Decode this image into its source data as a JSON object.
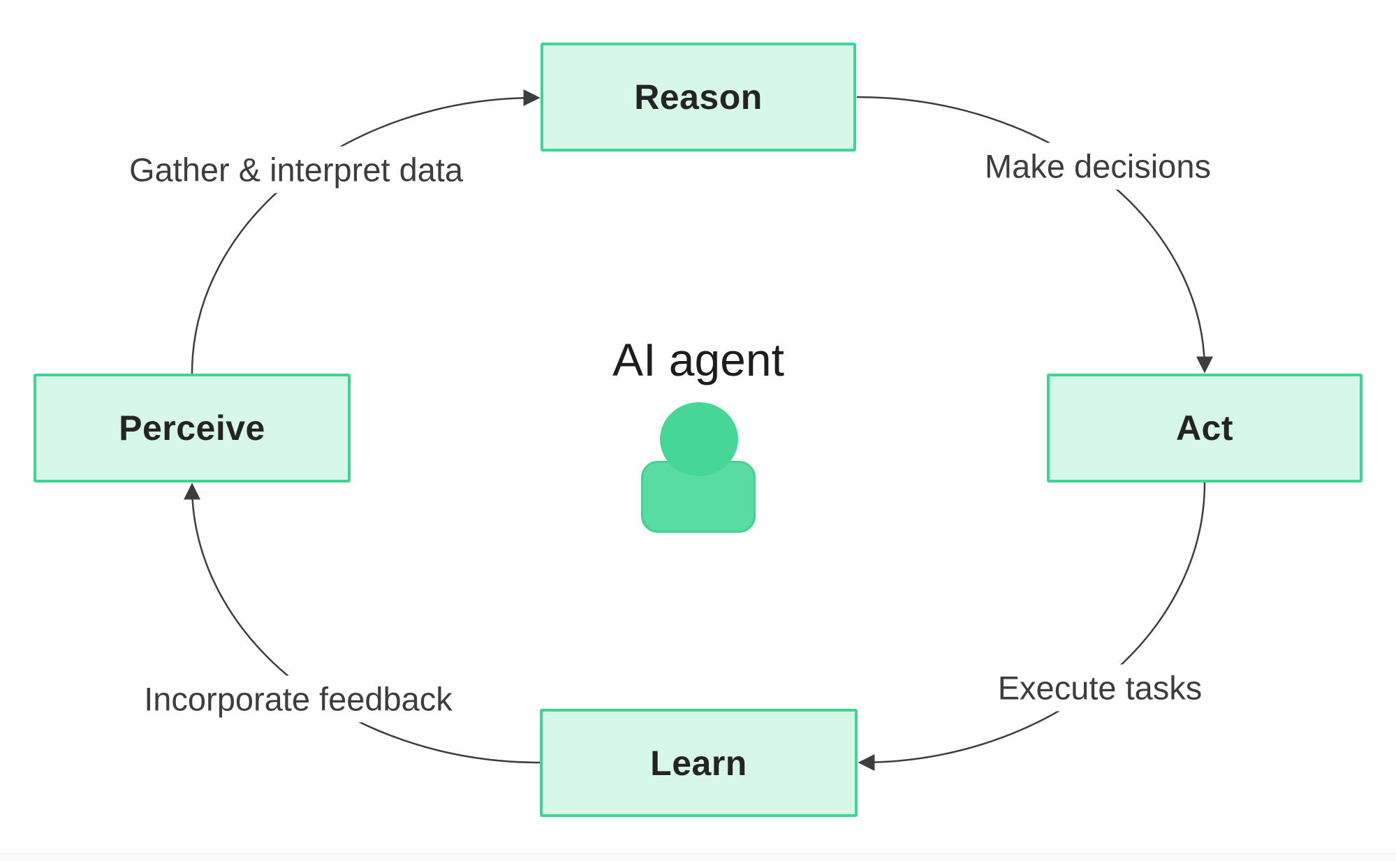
{
  "title": {
    "center_label": "AI agent"
  },
  "nodes": {
    "reason": {
      "label": "Reason"
    },
    "act": {
      "label": "Act"
    },
    "learn": {
      "label": "Learn"
    },
    "perceive": {
      "label": "Perceive"
    }
  },
  "edges": {
    "perceive_to_reason": {
      "label": "Gather & interpret data"
    },
    "reason_to_act": {
      "label": "Make decisions"
    },
    "act_to_learn": {
      "label": "Execute tasks"
    },
    "learn_to_perceive": {
      "label": "Incorporate feedback"
    }
  },
  "icons": {
    "center": "person-icon"
  },
  "colors": {
    "box_fill": "#d7f7e8",
    "box_border": "#3ed492",
    "line": "#3d3d3d",
    "person_head": "#46d695",
    "person_body": "#58dca2",
    "label_text": "#3d3d3d",
    "node_text": "#242424"
  }
}
